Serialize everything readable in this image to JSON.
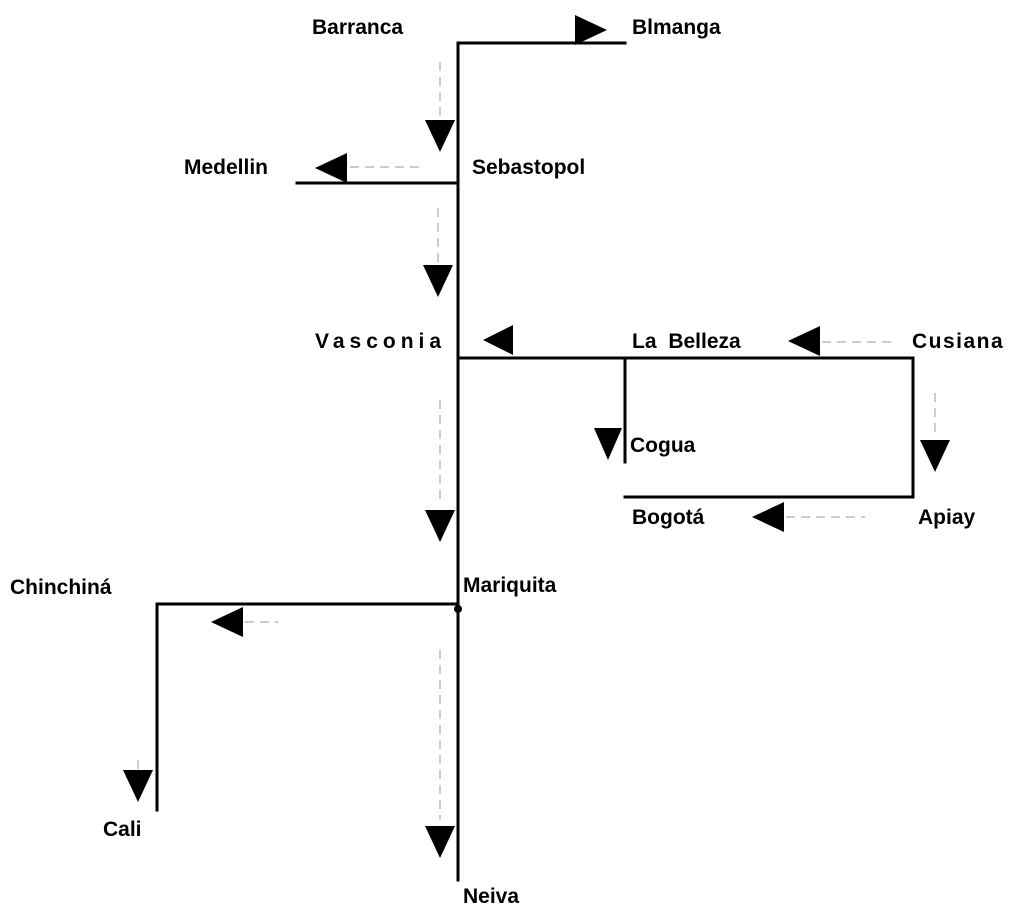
{
  "diagram": {
    "nodes": {
      "barranca": "Barranca",
      "bucaramanga": "Blmanga",
      "medellin": "Medellin",
      "sebastopol": "Sebastopol",
      "vasconia": "Vasconia",
      "la_belleza": "La Belleza",
      "cusiana": "Cusiana",
      "cogua": "Cogua",
      "bogota": "Bogotá",
      "apiay": "Apiay",
      "chinchina": "Chinchiná",
      "mariquita": "Mariquita",
      "cali": "Cali",
      "neiva": "Neiva"
    },
    "links": [
      {
        "from": "Barranca",
        "to": "Blmanga"
      },
      {
        "from": "Barranca",
        "to": "Sebastopol"
      },
      {
        "from": "Sebastopol",
        "to": "Medellin"
      },
      {
        "from": "Sebastopol",
        "to": "Vasconia"
      },
      {
        "from": "Cusiana",
        "to": "La Belleza"
      },
      {
        "from": "La Belleza",
        "to": "Vasconia"
      },
      {
        "from": "La Belleza",
        "to": "Cogua"
      },
      {
        "from": "Cusiana",
        "to": "Apiay"
      },
      {
        "from": "Apiay",
        "to": "Bogotá"
      },
      {
        "from": "Vasconia",
        "to": "Mariquita"
      },
      {
        "from": "Mariquita",
        "to": "Chinchiná"
      },
      {
        "from": "Chinchiná",
        "to": "Cali"
      },
      {
        "from": "Mariquita",
        "to": "Neiva"
      }
    ],
    "colors": {
      "line": "#000000",
      "guide": "#9a9a9a",
      "background": "#ffffff"
    }
  }
}
